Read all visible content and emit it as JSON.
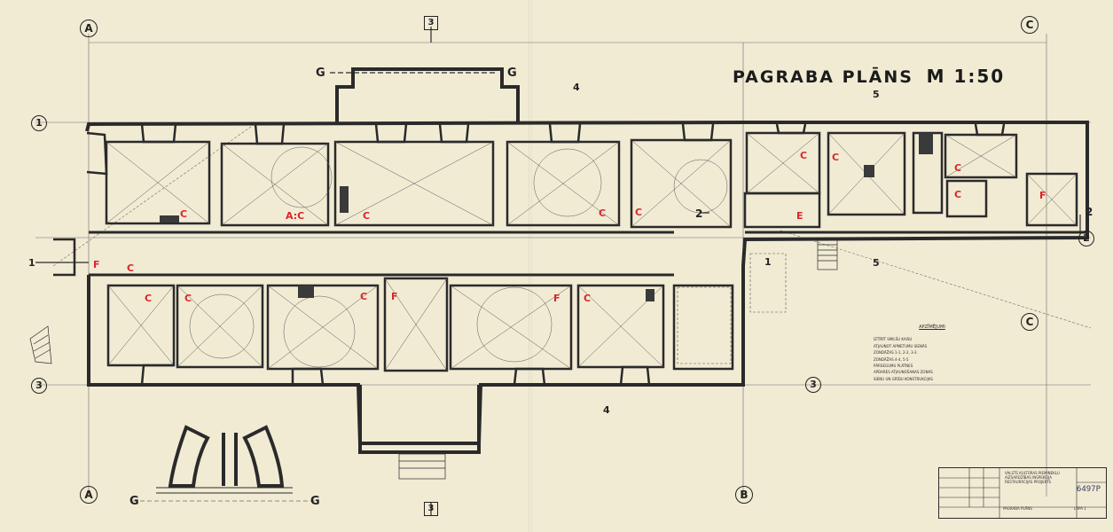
{
  "title": {
    "text": "PAGRABA PLĀNS",
    "scale": "M 1:50"
  },
  "axes": {
    "letters": {
      "a": "A",
      "b": "B",
      "c": "C"
    },
    "numbers": {
      "n1": "1",
      "n2": "2",
      "n3": "3"
    }
  },
  "sections": {
    "g": "G",
    "four": "4",
    "five": "5",
    "three": "3",
    "one": "1",
    "two": "2"
  },
  "room_codes": {
    "c": "C",
    "ac": "A:C",
    "f": "F",
    "e": "E"
  },
  "colors": {
    "wall": "#2a2a2a",
    "line": "#3a3a3a",
    "red": "#d8272c",
    "paper": "#f1ebd4"
  },
  "legend": {
    "title": "APZĪMĒJUMI",
    "items": [
      "IZTĪRĪT SMILŠU KAISU",
      "ATJAUNOT APMETUMU SIENĀS",
      "ZONDĀŽAS 1-1, 2-2, 3-3",
      "ZONDĀŽAS 4-4, 5-5",
      "PĀRSEGUMU PLĀTNES",
      "APDARES ATJAUNOŠANAS ZONAS",
      "SIENU UN GRĪDU KONSTRUKCIJAS"
    ]
  },
  "title_block": {
    "code": "6497P",
    "label": "PAGRABA PLĀNS",
    "sheet": "LAPA 1",
    "rows": [
      "VALSTS KULTŪRAS PIEMINEKĻU AIZSARDZĪBAS INSPEKCIJA",
      "RESTAURĀCIJAS PROJEKTS"
    ]
  }
}
